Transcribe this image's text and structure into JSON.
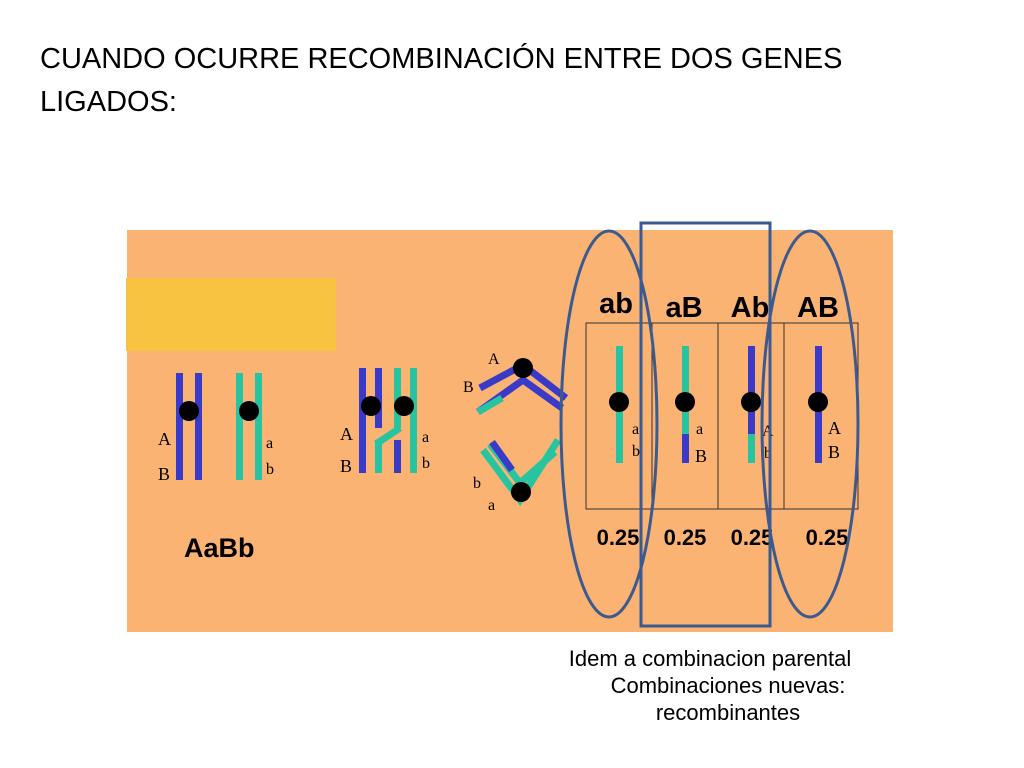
{
  "title": "CUANDO OCURRE RECOMBINACIÓN ENTRE DOS GENES LIGADOS:",
  "diagram": {
    "genotype_label": "AaBb",
    "chrom1": {
      "top": "A",
      "bottom": "B"
    },
    "chrom2": {
      "top": "a",
      "bottom": "b"
    },
    "crossing": {
      "left_top": "A",
      "left_bottom": "B",
      "right_top": "a",
      "right_bottom": "b"
    },
    "recomb": {
      "upper_a": "A",
      "upper_b": "B",
      "lower_b": "b",
      "lower_a": "a"
    },
    "gametes": [
      {
        "header": "ab",
        "label_top": "a",
        "label_bottom": "b",
        "freq": "0.25"
      },
      {
        "header": "aB",
        "label_top": "a",
        "label_bottom": "B",
        "freq": "0.25"
      },
      {
        "header": "Ab",
        "label_top": "A",
        "label_bottom": "b",
        "freq": "0.25"
      },
      {
        "header": "AB",
        "label_top": "A",
        "label_bottom": "B",
        "freq": "0.25"
      }
    ]
  },
  "captions": {
    "parental": "Idem a combinacion parental",
    "recombinant": "Combinaciones nuevas: recombinantes"
  },
  "colors": {
    "panel": "#fbb374",
    "yellow": "#f9c342",
    "blue": "#3a3ac8",
    "teal": "#26c4a0",
    "outline": "#3d5a8f"
  }
}
